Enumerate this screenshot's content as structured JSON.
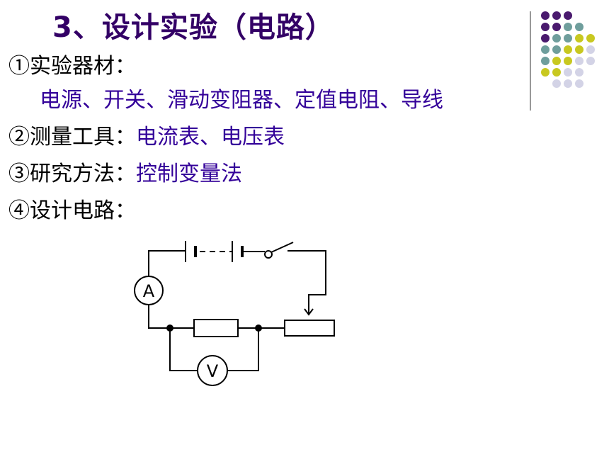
{
  "title": "3、设计实验（电路）",
  "items": {
    "materials_label": "①实验器材：",
    "materials_value": "电源、开关、滑动变阻器、定值电阻、导线",
    "tools_label": "②测量工具：",
    "tools_value": "电流表、电压表",
    "method_label": "③研究方法：",
    "method_value": "控制变量法",
    "circuit_label": "④设计电路："
  },
  "circuit": {
    "ammeter_symbol": "A",
    "voltmeter_symbol": "V"
  },
  "colors": {
    "title": "#330066",
    "accent_text": "#330099",
    "dot_purple": "#4a1a6e",
    "dot_teal": "#6f9e9c",
    "dot_yellow": "#c8c820",
    "dot_lavender": "#d3d3e6"
  }
}
